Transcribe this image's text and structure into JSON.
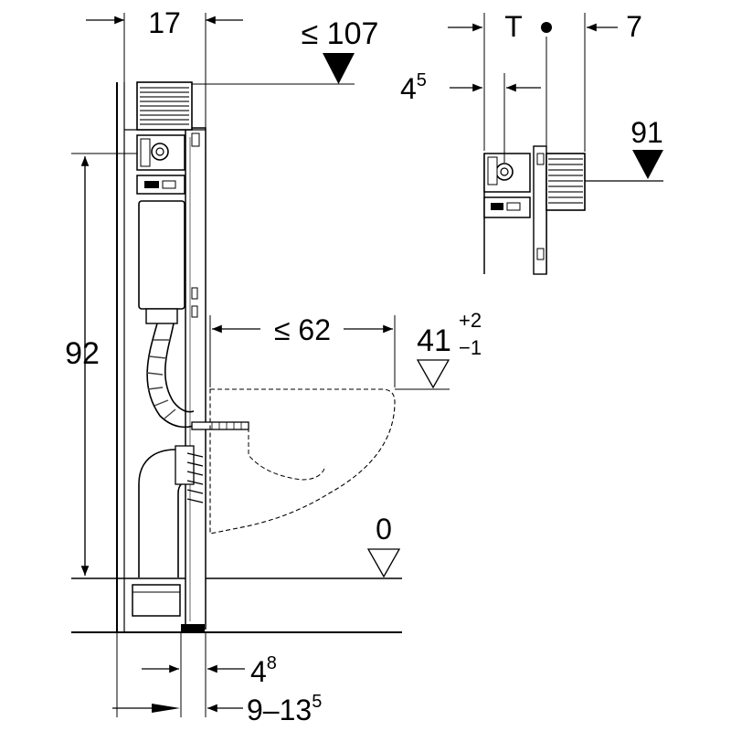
{
  "dimensions": {
    "top_width": "17",
    "max_height": "≤ 107",
    "depth_t": "T",
    "right_offset": "7",
    "small_offset_base": "4",
    "small_offset_exp": "5",
    "side_height": "91",
    "frame_height": "92",
    "max_projection": "≤ 62",
    "seat_height": "41",
    "seat_tol_plus": "+2",
    "seat_tol_minus": "−1",
    "floor_level": "0",
    "bottom_offset_base": "4",
    "bottom_offset_exp": "8",
    "bottom_range_base": "9–13",
    "bottom_range_exp": "5"
  },
  "colors": {
    "line": "#000000",
    "hatch": "#444444",
    "background": "#ffffff"
  }
}
